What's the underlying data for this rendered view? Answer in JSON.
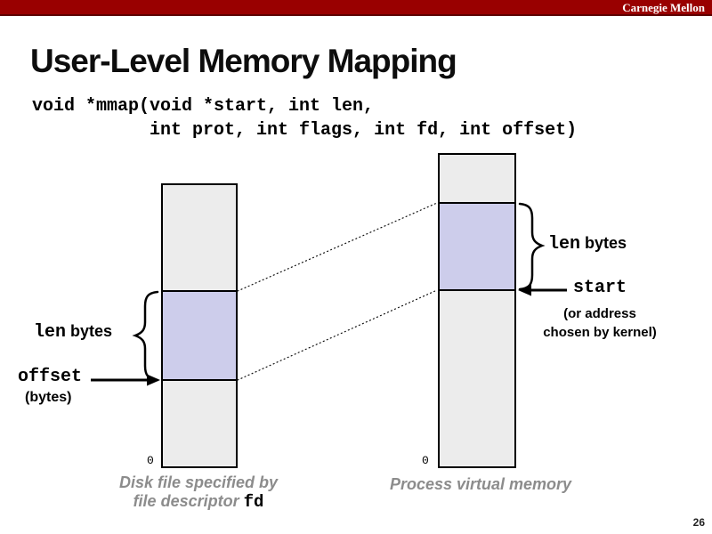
{
  "header": {
    "brand": "Carnegie Mellon",
    "bar_color": "#990000"
  },
  "title": "User-Level Memory Mapping",
  "code": {
    "signature": "void *mmap(void *start, int len,\n           int prot, int flags, int fd, int offset)"
  },
  "diagram": {
    "labels": {
      "len": "len",
      "bytes": "bytes",
      "start": "start",
      "start_note_line1": "(or address",
      "start_note_line2": "chosen by kernel)",
      "offset": "offset",
      "offset_unit": "(bytes)",
      "zero": "0"
    },
    "captions": {
      "disk_line1": "Disk file specified by",
      "disk_line2_italic": "file descriptor",
      "disk_line2_code": "fd",
      "process": "Process virtual memory"
    },
    "colors": {
      "mapped_region": "#cdcdeb",
      "column_fill": "#ececec",
      "caption_gray": "#8c8c8c"
    }
  },
  "footer": {
    "page_number": "26"
  }
}
